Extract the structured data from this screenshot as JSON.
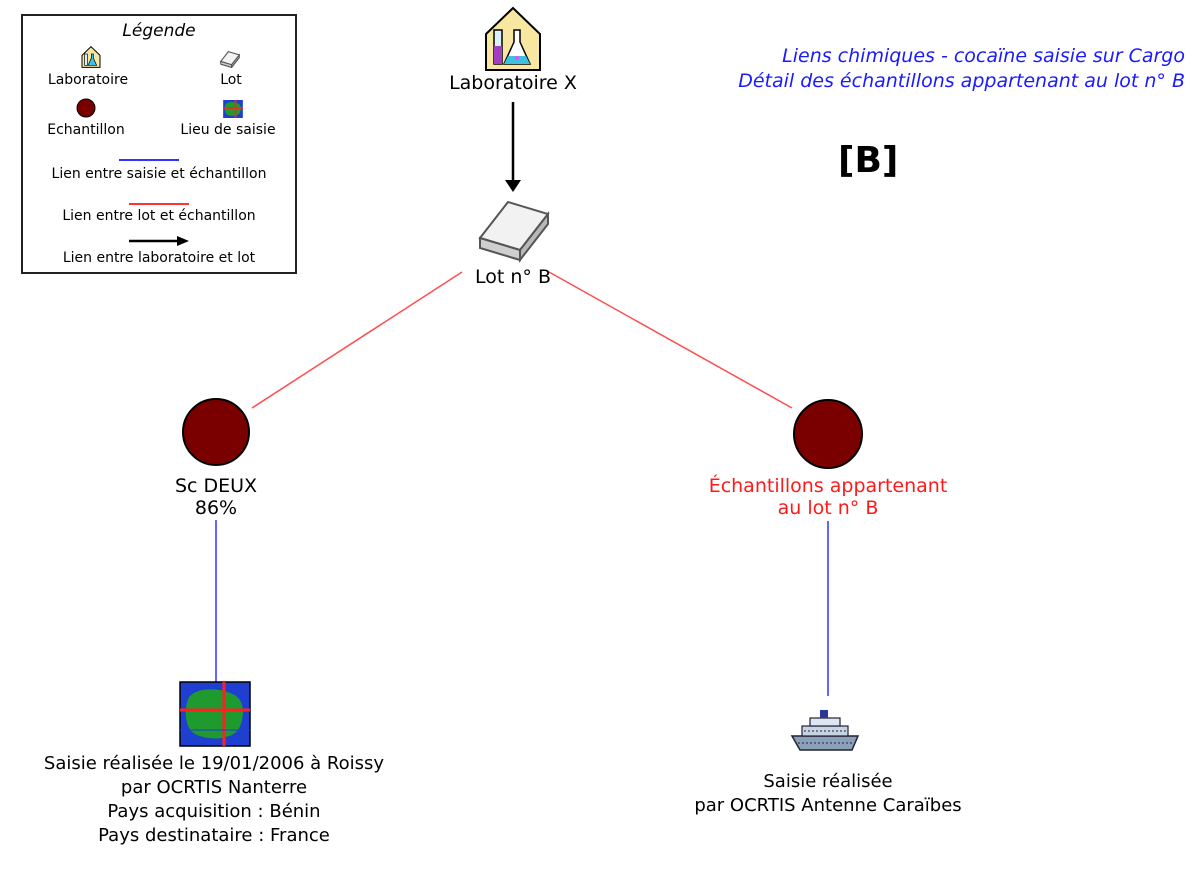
{
  "legend": {
    "title": "Légende",
    "laboratoire": "Laboratoire",
    "lot": "Lot",
    "echantillon": "Echantillon",
    "lieu": "Lieu de saisie",
    "link_saisie": "Lien entre saisie et échantillon",
    "link_lot": "Lien entre lot et échantillon",
    "link_labo": "Lien entre laboratoire et lot",
    "colors": {
      "saisie": "#3333ff",
      "lot": "#ff3333",
      "labo": "#000000"
    }
  },
  "header": {
    "title_line1": "Liens chimiques - cocaïne saisie sur Cargo",
    "title_line2": "Détail des échantillons appartenant au lot n° B",
    "tag": "[B]"
  },
  "nodes": {
    "lab": {
      "label": "Laboratoire X",
      "icon": "laboratory-icon"
    },
    "lot": {
      "label": "Lot n° B",
      "icon": "lot-icon"
    },
    "sample_left": {
      "line1": "Sc DEUX",
      "line2": "86%",
      "icon": "sample-circle-icon",
      "color": "#7a0000"
    },
    "sample_right": {
      "line1": "Échantillons appartenant",
      "line2": "au lot n° B",
      "icon": "sample-circle-icon",
      "color": "#7a0000",
      "label_color": "#ff1a1a"
    },
    "seizure_left": {
      "icon": "map-icon",
      "line1": "Saisie réalisée le 19/01/2006 à Roissy",
      "line2": "par OCRTIS Nanterre",
      "line3": "Pays acquisition : Bénin",
      "line4": "Pays destinataire : France"
    },
    "seizure_right": {
      "icon": "ship-icon",
      "line1": "Saisie réalisée",
      "line2": "par OCRTIS Antenne Caraïbes"
    }
  }
}
